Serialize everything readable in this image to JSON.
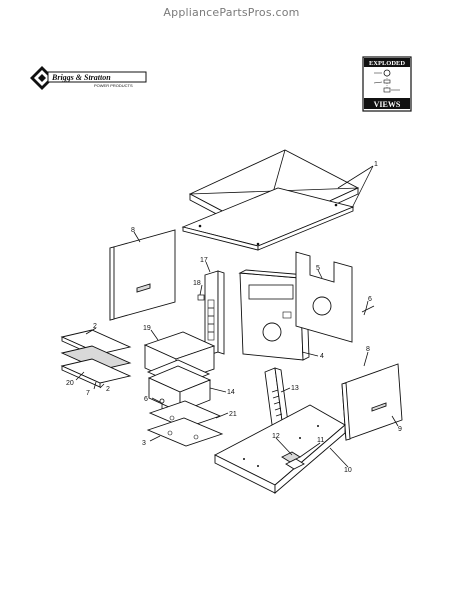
{
  "watermark": "AppliancePartsPros.com",
  "brand": {
    "name": "Briggs & Stratton",
    "tagline": "POWER PRODUCTS"
  },
  "badge": {
    "top": "EXPLODED",
    "bottom": "VIEWS"
  },
  "callouts": [
    "1",
    "2",
    "2",
    "3",
    "4",
    "5",
    "6",
    "6",
    "7",
    "8",
    "8",
    "9",
    "10",
    "11",
    "12",
    "13",
    "14",
    "17",
    "18",
    "19",
    "20",
    "21"
  ]
}
